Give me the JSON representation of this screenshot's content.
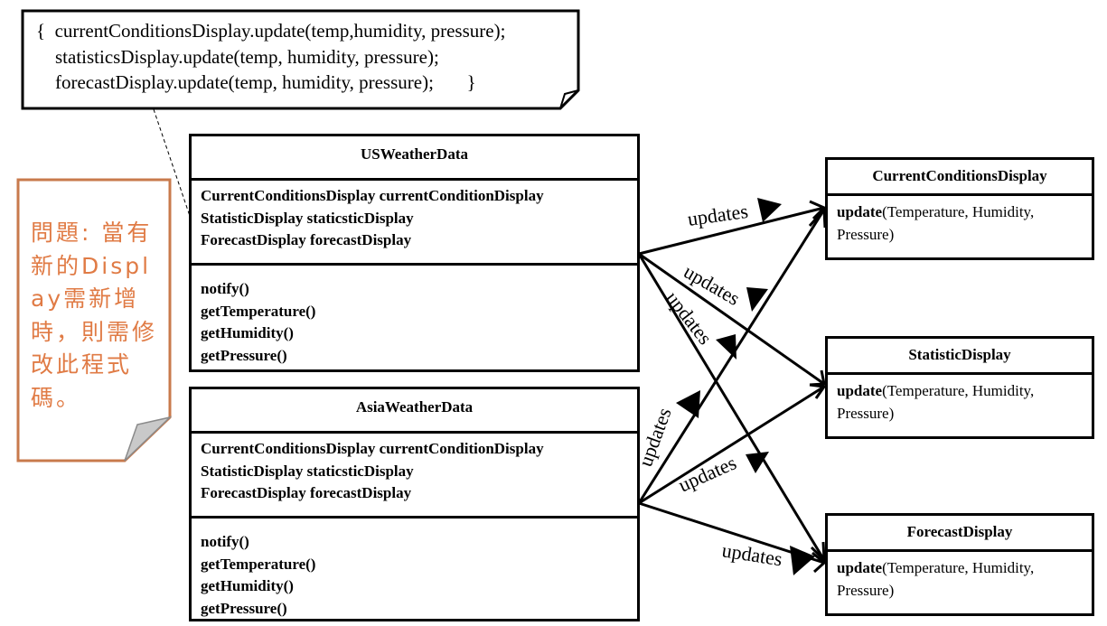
{
  "code_note": {
    "lines": [
      "{  currentConditionsDisplay.update(temp,humidity, pressure);",
      "    statisticsDisplay.update(temp, humidity, pressure);",
      "    forecastDisplay.update(temp, humidity, pressure);       }"
    ]
  },
  "problem_note": {
    "text": "問題: 當有新的Display需新增時，則需修改此程式碼。",
    "color": "#e07b45"
  },
  "us_weather": {
    "name": "USWeatherData",
    "attributes": [
      "CurrentConditionsDisplay currentConditionDisplay",
      "StatisticDisplay staticsticDisplay",
      "ForecastDisplay forecastDisplay"
    ],
    "methods": [
      "notify()",
      "getTemperature()",
      "getHumidity()",
      "getPressure()"
    ]
  },
  "asia_weather": {
    "name": "AsiaWeatherData",
    "attributes": [
      "CurrentConditionsDisplay currentConditionDisplay",
      "StatisticDisplay staticsticDisplay",
      "ForecastDisplay forecastDisplay"
    ],
    "methods": [
      "notify()",
      "getTemperature()",
      "getHumidity()",
      "getPressure()"
    ]
  },
  "current_display": {
    "name": "CurrentConditionsDisplay",
    "method_name": "update",
    "params_line1": "(Temperature, Humidity,",
    "params_line2": "Pressure)"
  },
  "statistic_display": {
    "name": "StatisticDisplay",
    "method_name": "update",
    "params_line1": "(Temperature, Humidity,",
    "params_line2": "Pressure)"
  },
  "forecast_display": {
    "name": "ForecastDisplay",
    "method_name": "update",
    "params_line1": "(Temperature, Humidity,",
    "params_line2": "Pressure)"
  },
  "edge_label": "updates"
}
